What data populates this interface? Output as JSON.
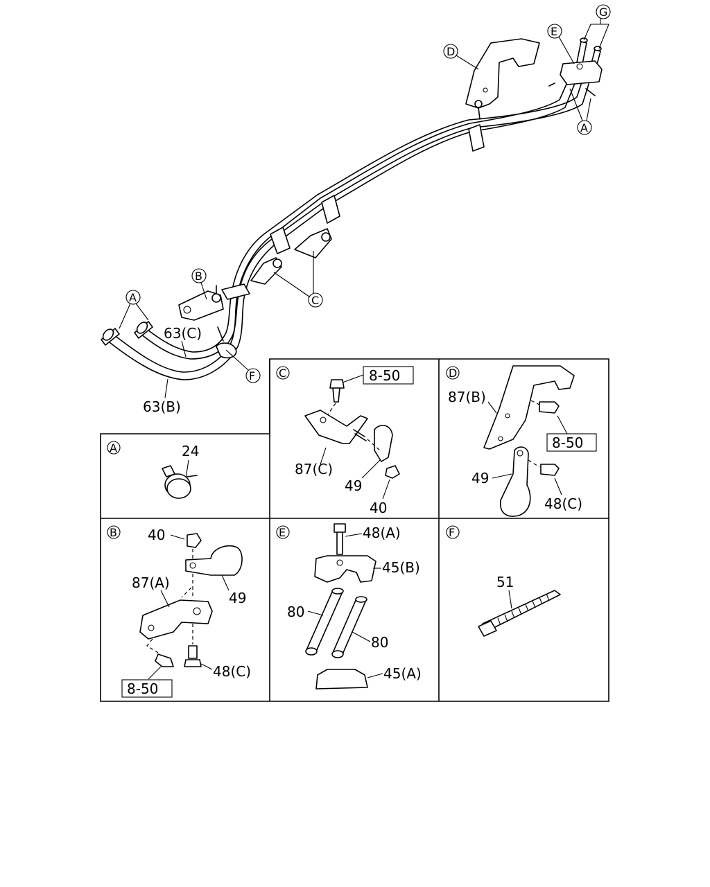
{
  "callouts": {
    "A": "A",
    "B": "B",
    "C": "C",
    "D": "D",
    "E": "E",
    "F": "F",
    "G": "G"
  },
  "main": {
    "hose_c": "63(C)",
    "hose_b": "63(B)"
  },
  "panel_a": {
    "letter": "A",
    "n24": "24"
  },
  "panel_b": {
    "letter": "B",
    "n40": "40",
    "n87a": "87(A)",
    "n49": "49",
    "n48c": "48(C)",
    "ref": "8-50"
  },
  "panel_c": {
    "letter": "C",
    "ref": "8-50",
    "n87c": "87(C)",
    "n49": "49",
    "n40": "40"
  },
  "panel_d": {
    "letter": "D",
    "n87b": "87(B)",
    "ref": "8-50",
    "n49": "49",
    "n48c": "48(C)"
  },
  "panel_e": {
    "letter": "E",
    "n48a": "48(A)",
    "n45b": "45(B)",
    "n80a": "80",
    "n80b": "80",
    "n45a": "45(A)"
  },
  "panel_f": {
    "letter": "F",
    "n51": "51"
  }
}
